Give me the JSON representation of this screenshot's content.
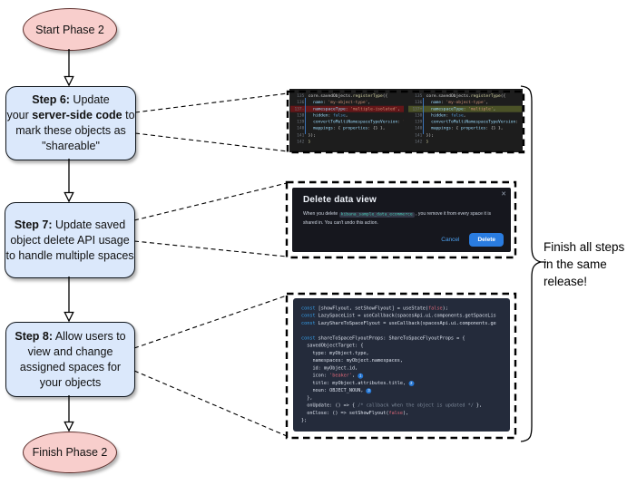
{
  "flow": {
    "start_label": "Start Phase 2",
    "finish_label": "Finish Phase 2",
    "steps": [
      {
        "lines": [
          [
            {
              "t": "Step 6:",
              "b": 1
            },
            {
              "t": " Update",
              "b": 0
            }
          ],
          [
            {
              "t": "your ",
              "b": 0
            },
            {
              "t": "server-side code",
              "b": 1
            },
            {
              "t": " to",
              "b": 0
            }
          ],
          [
            {
              "t": "mark these objects as",
              "b": 0
            }
          ],
          [
            {
              "t": "\"shareable\"",
              "b": 0
            }
          ]
        ]
      },
      {
        "lines": [
          [
            {
              "t": "Step 7:",
              "b": 1
            },
            {
              "t": " Update saved",
              "b": 0
            }
          ],
          [
            {
              "t": "object delete API usage",
              "b": 0
            }
          ],
          [
            {
              "t": "to handle multiple spaces",
              "b": 0
            }
          ]
        ]
      },
      {
        "lines": [
          [
            {
              "t": "Step 8:",
              "b": 1
            },
            {
              "t": " Allow users to",
              "b": 0
            }
          ],
          [
            {
              "t": "view and change",
              "b": 0
            }
          ],
          [
            {
              "t": "assigned spaces for",
              "b": 0
            }
          ],
          [
            {
              "t": "your objects",
              "b": 0
            }
          ]
        ]
      }
    ]
  },
  "note": {
    "lines": [
      "Finish all steps",
      "in the same",
      "release!"
    ]
  },
  "colors": {
    "node_pink": "#f8cecc",
    "node_blue": "#dbe8fb",
    "diff_deleted_bg": "#641719",
    "diff_added_bg": "#4b5227",
    "modal_bg": "#16171e",
    "delete_button_blue": "#2a7ce0",
    "code_block_bg": "#242b3b",
    "badge_teal": "#47c6b2"
  },
  "diff": {
    "left": {
      "lines": [
        {
          "n": "135",
          "segs": [
            {
              "t": "core.savedObjects.",
              "c": "p"
            },
            {
              "t": "registerType",
              "c": "fn"
            },
            {
              "t": "({",
              "c": "p"
            }
          ]
        },
        {
          "n": "136",
          "segs": [
            {
              "t": "  name",
              "c": "prop"
            },
            {
              "t": ": ",
              "c": "p"
            },
            {
              "t": "'my-object-type'",
              "c": "str"
            },
            {
              "t": ",",
              "c": "p"
            }
          ]
        },
        {
          "n": "137-",
          "hl": "del",
          "segs": [
            {
              "t": "  namespaceType",
              "c": "prop"
            },
            {
              "t": ": ",
              "c": "p"
            },
            {
              "t": "'multiple-isolated'",
              "c": "str"
            },
            {
              "t": ",",
              "c": "p"
            }
          ]
        },
        {
          "n": "138",
          "segs": [
            {
              "t": "  hidden",
              "c": "prop"
            },
            {
              "t": ": ",
              "c": "p"
            },
            {
              "t": "false",
              "c": "kw"
            },
            {
              "t": ",",
              "c": "p"
            }
          ]
        },
        {
          "n": "139",
          "segs": [
            {
              "t": "  convertToMultiNamespaceTypeVersion",
              "c": "prop"
            },
            {
              "t": ": ",
              "c": "p"
            },
            {
              "t": "'",
              "c": "str"
            }
          ]
        },
        {
          "n": "140",
          "segs": [
            {
              "t": "  mappings",
              "c": "prop"
            },
            {
              "t": ": { ",
              "c": "p"
            },
            {
              "t": "properties",
              "c": "prop"
            },
            {
              "t": ": {} },",
              "c": "p"
            }
          ]
        },
        {
          "n": "141",
          "segs": [
            {
              "t": "});",
              "c": "p"
            }
          ]
        },
        {
          "n": "142",
          "segs": [
            {
              "t": "}",
              "c": "fn"
            }
          ]
        }
      ]
    },
    "right": {
      "lines": [
        {
          "n": "135",
          "segs": [
            {
              "t": "core.savedObjects.",
              "c": "p"
            },
            {
              "t": "registerType",
              "c": "fn"
            },
            {
              "t": "({",
              "c": "p"
            }
          ]
        },
        {
          "n": "136",
          "segs": [
            {
              "t": "  name",
              "c": "prop"
            },
            {
              "t": ": ",
              "c": "p"
            },
            {
              "t": "'my-object-type'",
              "c": "str"
            },
            {
              "t": ",",
              "c": "p"
            }
          ]
        },
        {
          "n": "137+",
          "hl": "add",
          "segs": [
            {
              "t": "  namespaceType",
              "c": "prop"
            },
            {
              "t": ": ",
              "c": "p"
            },
            {
              "t": "'multiple'",
              "c": "str"
            },
            {
              "t": ",",
              "c": "p"
            }
          ]
        },
        {
          "n": "138",
          "segs": [
            {
              "t": "  hidden",
              "c": "prop"
            },
            {
              "t": ": ",
              "c": "p"
            },
            {
              "t": "false",
              "c": "kw"
            },
            {
              "t": ",",
              "c": "p"
            }
          ]
        },
        {
          "n": "139",
          "segs": [
            {
              "t": "  convertToMultiNamespaceTypeVersion",
              "c": "prop"
            },
            {
              "t": ": ",
              "c": "p"
            },
            {
              "t": "'",
              "c": "str"
            }
          ]
        },
        {
          "n": "140",
          "segs": [
            {
              "t": "  mappings",
              "c": "prop"
            },
            {
              "t": ": { ",
              "c": "p"
            },
            {
              "t": "properties",
              "c": "prop"
            },
            {
              "t": ": {} },",
              "c": "p"
            }
          ]
        },
        {
          "n": "141",
          "segs": [
            {
              "t": "});",
              "c": "p"
            }
          ]
        },
        {
          "n": "142",
          "segs": [
            {
              "t": "}",
              "c": "fn"
            }
          ]
        }
      ]
    }
  },
  "modal": {
    "title": "Delete data view",
    "close_icon": "✕",
    "body_pre": "When you delete ",
    "code": "kibana_sample_data_ecommerce",
    "body_post": " , you remove it from every space it is shared in. You can't undo this action.",
    "cancel_label": "Cancel",
    "delete_label": "Delete"
  },
  "code_block": {
    "lines": [
      {
        "segs": [
          {
            "t": "const ",
            "c": "kw"
          },
          {
            "t": "[showFlyout, setShowFlyout] = useState(",
            "c": "p"
          },
          {
            "t": "false",
            "c": "str"
          },
          {
            "t": ");",
            "c": "p"
          }
        ]
      },
      {
        "segs": [
          {
            "t": "const ",
            "c": "kw"
          },
          {
            "t": "LazySpaceList = useCallback(spacesApi.ui.components.getSpaceLis",
            "c": "p"
          }
        ]
      },
      {
        "segs": [
          {
            "t": "const ",
            "c": "kw"
          },
          {
            "t": "LazyShareToSpaceFlyout = useCallback(spacesApi.ui.components.ge",
            "c": "p"
          }
        ]
      },
      {
        "segs": []
      },
      {
        "segs": [
          {
            "t": "const ",
            "c": "kw"
          },
          {
            "t": "shareToSpaceFlyoutProps: ShareToSpaceFlyoutProps = {",
            "c": "p"
          }
        ]
      },
      {
        "segs": [
          {
            "t": "  savedObjectTarget: {",
            "c": "p"
          }
        ]
      },
      {
        "segs": [
          {
            "t": "    type: myObject.type,",
            "c": "p"
          }
        ]
      },
      {
        "segs": [
          {
            "t": "    namespaces: myObject.namespaces,",
            "c": "p"
          }
        ]
      },
      {
        "segs": [
          {
            "t": "    id: myObject.id,",
            "c": "p"
          }
        ]
      },
      {
        "segs": [
          {
            "t": "    icon: ",
            "c": "p"
          },
          {
            "t": "'beaker'",
            "c": "str"
          },
          {
            "t": ", ",
            "c": "p"
          },
          {
            "t": "1",
            "c": "badge"
          }
        ]
      },
      {
        "segs": [
          {
            "t": "    title: myObject.attributes.title, ",
            "c": "p"
          },
          {
            "t": "2",
            "c": "badge"
          }
        ]
      },
      {
        "segs": [
          {
            "t": "    noun: OBJECT_NOUN, ",
            "c": "p"
          },
          {
            "t": "3",
            "c": "badge"
          }
        ]
      },
      {
        "segs": [
          {
            "t": "  },",
            "c": "p"
          }
        ]
      },
      {
        "segs": [
          {
            "t": "  onUpdate: () => { ",
            "c": "p"
          },
          {
            "t": "/* callback when the object is updated */",
            "c": "cm"
          },
          {
            "t": " },",
            "c": "p"
          }
        ]
      },
      {
        "segs": [
          {
            "t": "  onClose: () => setShowFlyout(",
            "c": "p"
          },
          {
            "t": "false",
            "c": "str"
          },
          {
            "t": "),",
            "c": "p"
          }
        ]
      },
      {
        "segs": [
          {
            "t": "};",
            "c": "p"
          }
        ]
      }
    ]
  }
}
